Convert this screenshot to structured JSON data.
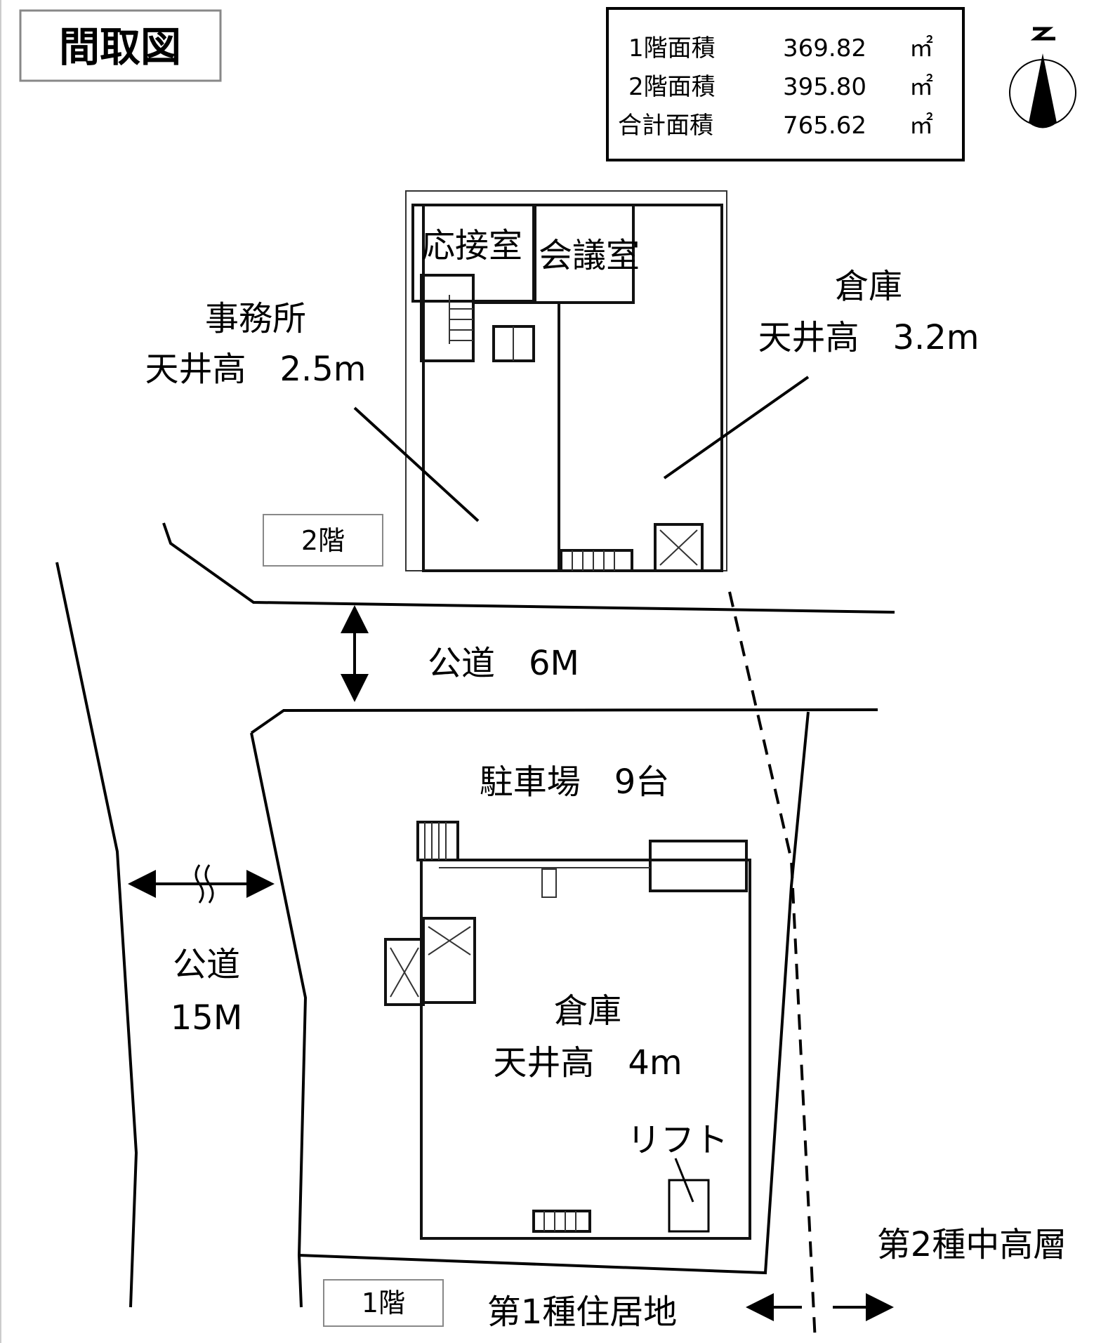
{
  "title": "間取図",
  "area_table": [
    {
      "label": "1階面積",
      "value": "369.82",
      "unit": "㎡"
    },
    {
      "label": "2階面積",
      "value": "395.80",
      "unit": "㎡"
    },
    {
      "label": "合計面積",
      "value": "765.62",
      "unit": "㎡"
    }
  ],
  "compass": {
    "north_label": "N"
  },
  "floor2": {
    "tag": "2階",
    "rooms": {
      "reception": "応接室",
      "meeting": "会議室",
      "office_name": "事務所",
      "office_ceiling": "天井高　2.5m",
      "warehouse_name": "倉庫",
      "warehouse_ceiling": "天井高　3.2m"
    }
  },
  "floor1": {
    "tag": "1階",
    "warehouse_name": "倉庫",
    "warehouse_ceiling": "天井高　4m",
    "lift": "リフト"
  },
  "site": {
    "road_front": "公道　6M",
    "parking": "駐車場　9台",
    "road_side_1": "公道",
    "road_side_2": "15M",
    "zone_1": "第1種住居地",
    "zone_2": "第2種中高層"
  }
}
